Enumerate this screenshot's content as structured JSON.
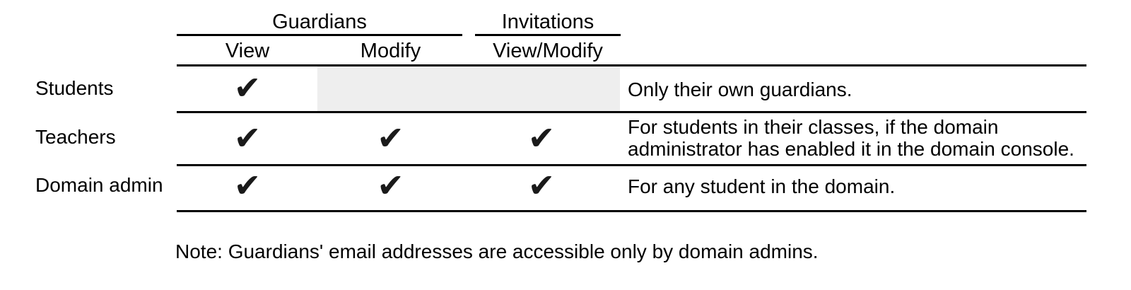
{
  "table": {
    "column_groups": [
      {
        "label": "Guardians",
        "columns": [
          "View",
          "Modify"
        ]
      },
      {
        "label": "Invitations",
        "columns": [
          "View/Modify"
        ]
      }
    ],
    "rows": [
      {
        "label": "Students",
        "view": "✔",
        "modify": "",
        "view_modify": "",
        "note": "Only their own guardians."
      },
      {
        "label": "Teachers",
        "view": "✔",
        "modify": "✔",
        "view_modify": "✔",
        "note": "For students in their classes, if the domain administrator has enabled it in the domain console."
      },
      {
        "label": "Domain admin",
        "view": "✔",
        "modify": "✔",
        "view_modify": "✔",
        "note": "For any student in the domain."
      }
    ]
  },
  "footnote": "Note: Guardians' email addresses are accessible only by domain admins.",
  "colors": {
    "text": "#000000",
    "line": "#000000",
    "check": "#1a1a1a",
    "shaded_cell": "#eeeeee",
    "background": "#ffffff"
  }
}
